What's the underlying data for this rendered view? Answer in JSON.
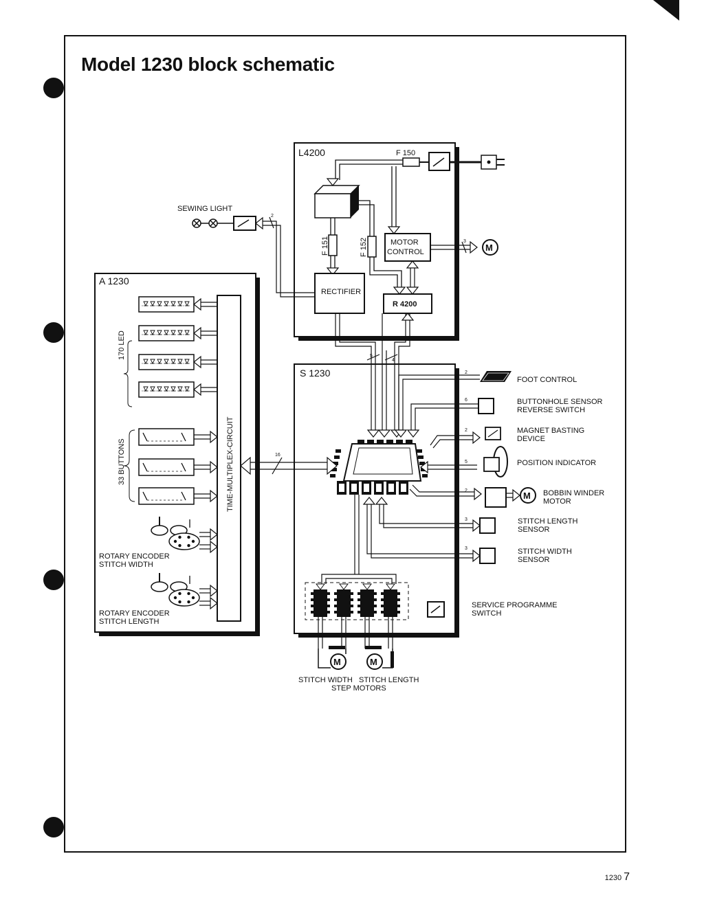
{
  "page": {
    "title": "Model 1230 block schematic",
    "footer_model": "1230",
    "footer_page": "7"
  },
  "blocks": {
    "l4200": "L4200",
    "a1230": "A 1230",
    "s1230": "S 1230",
    "rectifier": "RECTIFIER",
    "r4200": "R 4200",
    "motor_control_1": "MOTOR",
    "motor_control_2": "CONTROL",
    "time_multiplex": "TIME-MULTIPLEX-CIRCUIT"
  },
  "fuses": {
    "f150": "F 150",
    "f151": "F 151",
    "f152": "F 152"
  },
  "labels": {
    "sewing_light": "SEWING LIGHT",
    "led_group": "170 LED",
    "buttons_group": "33 BUTTONS",
    "rotary_width_1": "ROTARY ENCODER",
    "rotary_width_2": "STITCH WIDTH",
    "rotary_length_1": "ROTARY ENCODER",
    "rotary_length_2": "STITCH LENGTH",
    "foot_control": "FOOT CONTROL",
    "buttonhole_1": "BUTTONHOLE SENSOR",
    "buttonhole_2": "REVERSE SWITCH",
    "magnet_1": "MAGNET BASTING",
    "magnet_2": "DEVICE",
    "position_indicator": "POSITION INDICATOR",
    "bobbin_1": "BOBBIN WINDER",
    "bobbin_2": "MOTOR",
    "stitch_length_sensor_1": "STITCH LENGTH",
    "stitch_length_sensor_2": "SENSOR",
    "stitch_width_sensor_1": "STITCH WIDTH",
    "stitch_width_sensor_2": "SENSOR",
    "service_1": "SERVICE PROGRAMME",
    "service_2": "SWITCH",
    "step_motors_1": "STITCH WIDTH   STITCH LENGTH",
    "step_motors_2": "STEP MOTORS",
    "motor_symbol": "M"
  },
  "bus_widths": {
    "sewing_light": "2",
    "main_motor": "3",
    "l_to_s_a": "5",
    "l_to_s_b": "4",
    "foot": "2",
    "buttonhole": "6",
    "magnet": "2",
    "position": "5",
    "bobbin": "2",
    "stitch_length": "3",
    "stitch_width": "3",
    "a_to_s": "16"
  }
}
